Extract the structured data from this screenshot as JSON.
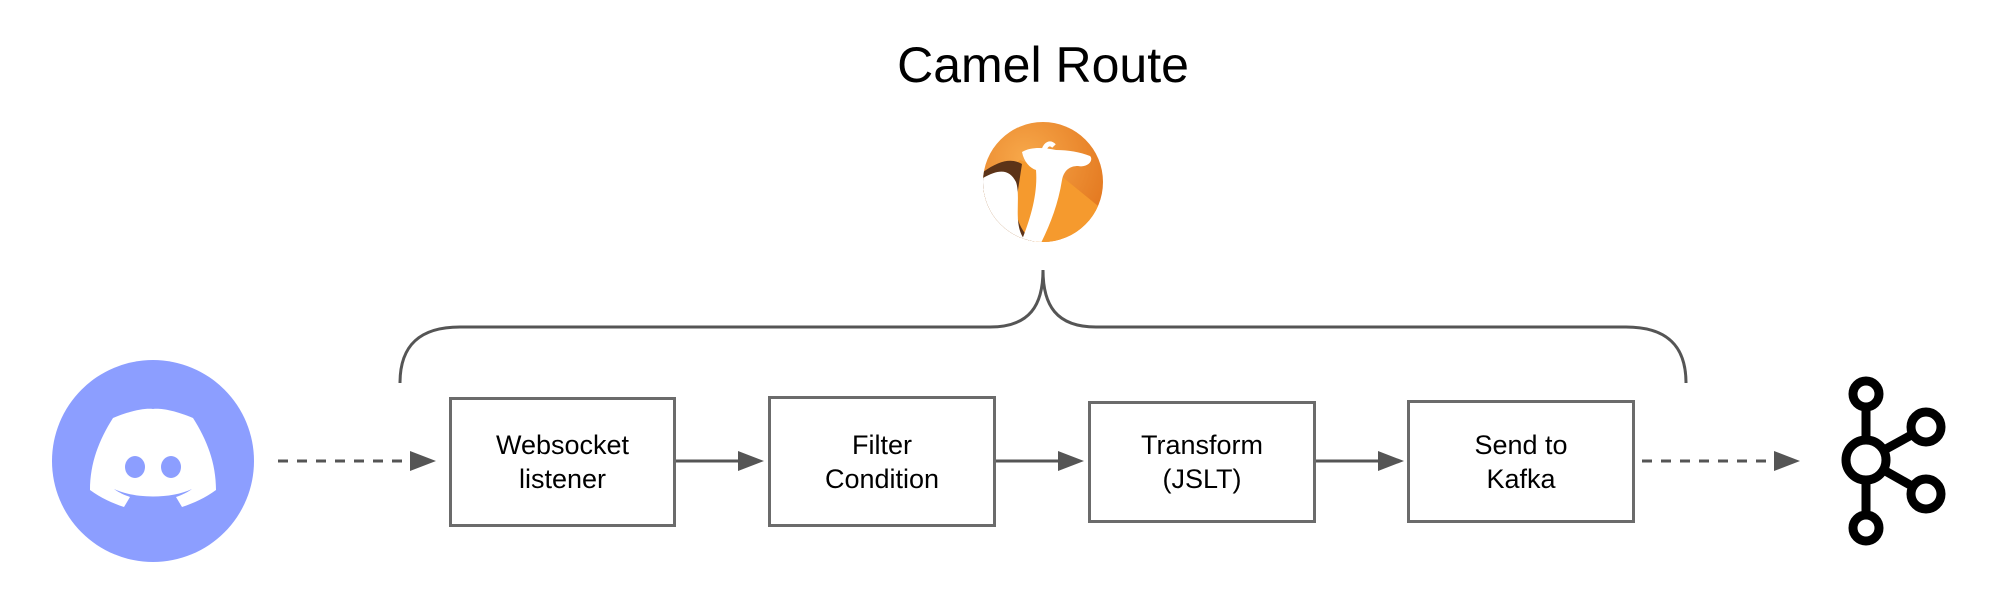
{
  "title": "Camel Route",
  "steps": [
    {
      "label": "Websocket\nlistener"
    },
    {
      "label": "Filter\nCondition"
    },
    {
      "label": "Transform\n(JSLT)"
    },
    {
      "label": "Send to\nKafka"
    }
  ],
  "icons": {
    "source": "discord-icon",
    "route": "apache-camel-logo",
    "sink": "apache-kafka-logo"
  },
  "colors": {
    "discord": "#8c9eff",
    "camel_orange": "#f08c2a",
    "camel_dark": "#5c3318",
    "box_border": "#6b6b6b",
    "arrow": "#555555"
  }
}
